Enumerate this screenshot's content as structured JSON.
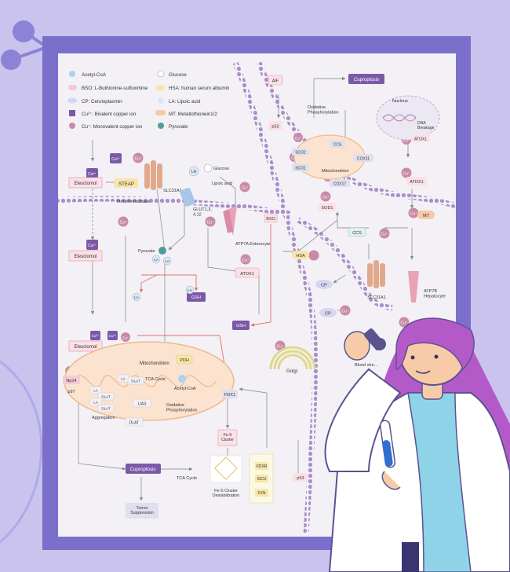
{
  "legend": [
    {
      "label": "Acetyl-CoA",
      "color": "#a9d4ee",
      "shape": "circle"
    },
    {
      "label": "BSO: L-Buthionine-sulfoximine",
      "color": "#f4c9d4",
      "shape": "pill"
    },
    {
      "label": "CP: Ceruloplasmin",
      "color": "#d6d6ee",
      "shape": "ellipse"
    },
    {
      "label": "Cu²⁺: Bivalent copper ion",
      "color": "#7a5aa8",
      "shape": "square"
    },
    {
      "label": "Cu⁺: Monovalent copper ion",
      "color": "#c98aa8",
      "shape": "circle"
    },
    {
      "label": "Glucose",
      "color": "#ffffff",
      "shape": "circle"
    },
    {
      "label": "HSA: human serum albumin",
      "color": "#f7e6a8",
      "shape": "pill"
    },
    {
      "label": "LA: Lipoic acid",
      "color": "#dbe8f4",
      "shape": "circle"
    },
    {
      "label": "MT: Metallothionein1/2",
      "color": "#f6c9a8",
      "shape": "pill"
    },
    {
      "label": "Pyruvate",
      "color": "#4a9f9a",
      "shape": "circle"
    }
  ],
  "ions": {
    "cu2": "Cu²⁺",
    "cu1": "Cu⁺"
  },
  "labels": {
    "elesclomol1": "Elesclomol",
    "elesclomol2": "Elesclomol",
    "elesclomol3": "Elesclomol",
    "steap": "STEAP",
    "metalloreductase": "Metalloreductase",
    "slc31a1_left": "SLC31A1",
    "la_top": "LA",
    "glucose": "Glucose",
    "lipoic_acid": "Lipoic acid",
    "glut": "GLUT1,3,\n4,12",
    "atp7a": "ATP7A\nEnterocyte",
    "pyruvate": "Pyruvate",
    "la1": "LA",
    "la2": "LA",
    "la3": "LA",
    "gsh1": "GSH",
    "gsh2": "GSH",
    "atox1_mid": "ATOX1",
    "bso": "BSO",
    "mitochondrion": "Mitochondrion",
    "pdh": "PDH",
    "tca": "TCA Cycle",
    "acetylcoa": "Acetyl-CoA",
    "oxphos_left": "Oxidative\nPhosphorylation",
    "np14": "Np14",
    "p97": "p97",
    "dlat": "DLAT",
    "lias": "LIAS",
    "aggregation": "Aggregation",
    "fdx1": "FDX1",
    "fes_cluster": "Fe-S\nCluster",
    "cuproptosis_left": "Cuproptosis",
    "tca_lower": "TCA Cycle",
    "destab": "Fe-S Cluster\nDestabilization",
    "tumor": "Tumor\nSuppression",
    "fdxr": "FDXR",
    "iscu": "ISCU",
    "fxn": "FXN",
    "p53_lower": "p53",
    "golgi": "Golgi",
    "blood": "Blood stre...",
    "aif": "AIF",
    "cuproptosis_right": "Cuproptosis",
    "oxphos_right": "Oxidative\nPhosphorylation",
    "p53_top": "p53",
    "nucleus": "Nucleus",
    "dna_breakage": "DNA\nBreakage",
    "atox1_nuc": "ATOX1",
    "atox1_right": "ATOX1",
    "sco2": "SCO2",
    "sco1": "SCO1",
    "ccs_mito": "CCS",
    "cox11": "COX11",
    "cox17": "COX17",
    "mito_right": "Mitochondrion",
    "sod1": "SOD1",
    "ccs": "CCS",
    "mt": "MT",
    "hsa": "HSA",
    "cp1": "CP",
    "cp2": "CP",
    "slc31a1_right": "SLC31A1",
    "atp7b": "ATP7B\nHepatocyte"
  },
  "colors": {
    "page_bg": "#c9c3ee",
    "frame": "#7a70cc",
    "panel": "#f3f1f6",
    "cu2": "#7a5aa8",
    "cu1": "#c98aa8",
    "pink_box": "#fbe1e6",
    "pink_stroke": "#e49aab",
    "membrane": "#a98fca",
    "red_line": "#e46f6f"
  }
}
